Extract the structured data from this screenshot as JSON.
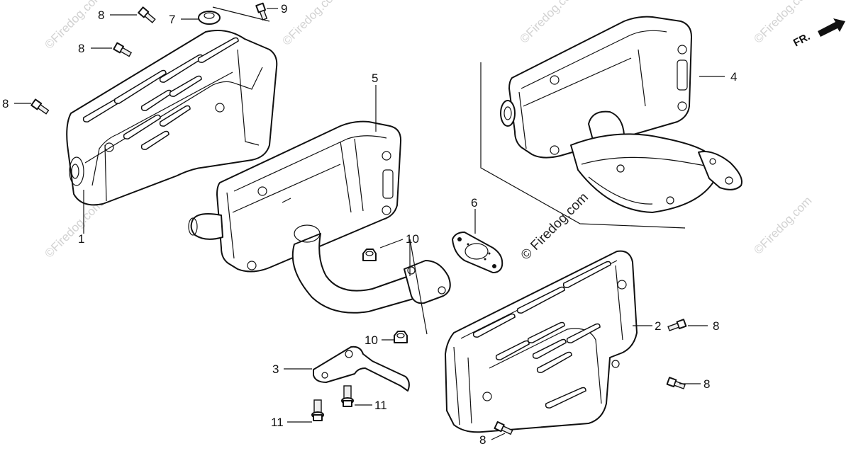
{
  "watermark": "©Firedog.com",
  "watermark_center": "© Firedog.com",
  "direction_label": "FR.",
  "callouts": {
    "c1": "1",
    "c2": "2",
    "c3": "3",
    "c4": "4",
    "c5": "5",
    "c6": "6",
    "c7": "7",
    "c8a": "8",
    "c8b": "8",
    "c8c": "8",
    "c8d": "8",
    "c8e": "8",
    "c8f": "8",
    "c9": "9",
    "c10a": "10",
    "c10b": "10",
    "c11a": "11",
    "c11b": "11"
  }
}
